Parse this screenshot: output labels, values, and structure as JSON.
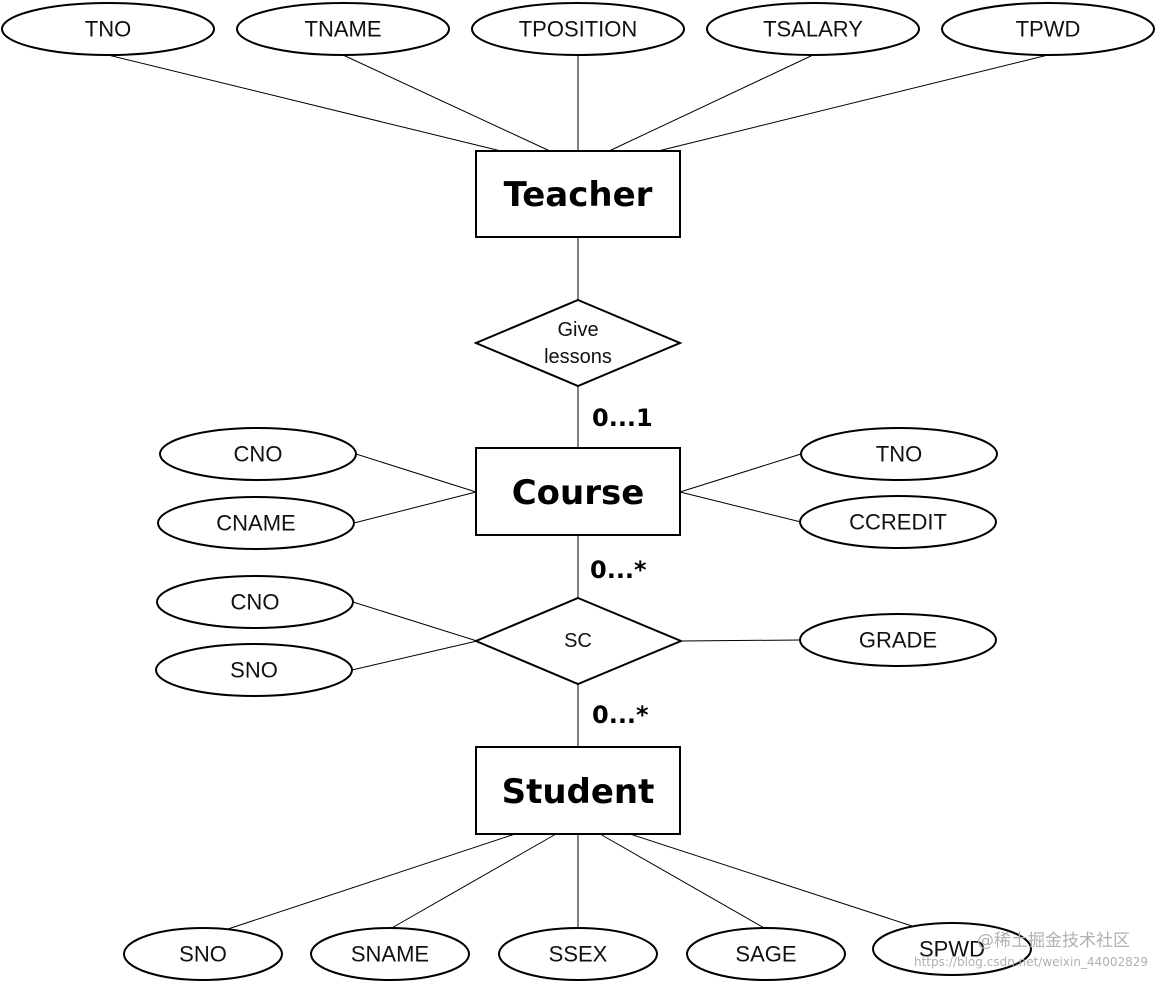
{
  "entities": {
    "teacher": {
      "label": "Teacher"
    },
    "course": {
      "label": "Course"
    },
    "student": {
      "label": "Student"
    }
  },
  "relationships": {
    "give_lessons": {
      "line1": "Give",
      "line2": "lessons"
    },
    "sc": {
      "label": "SC"
    }
  },
  "cardinalities": {
    "teacher_course": "0...1",
    "course_sc": "0...*",
    "sc_student": "0...*"
  },
  "attributes": {
    "teacher": [
      "TNO",
      "TNAME",
      "TPOSITION",
      "TSALARY",
      "TPWD"
    ],
    "course_left": [
      "CNO",
      "CNAME"
    ],
    "course_right": [
      "TNO",
      "CCREDIT"
    ],
    "sc_left": [
      "CNO",
      "SNO"
    ],
    "sc_right": [
      "GRADE"
    ],
    "student": [
      "SNO",
      "SNAME",
      "SSEX",
      "SAGE",
      "SPWD"
    ]
  },
  "watermark": {
    "line1": "@稀土掘金技术社区",
    "line2": "https://blog.csdn.net/weixin_44002829"
  }
}
